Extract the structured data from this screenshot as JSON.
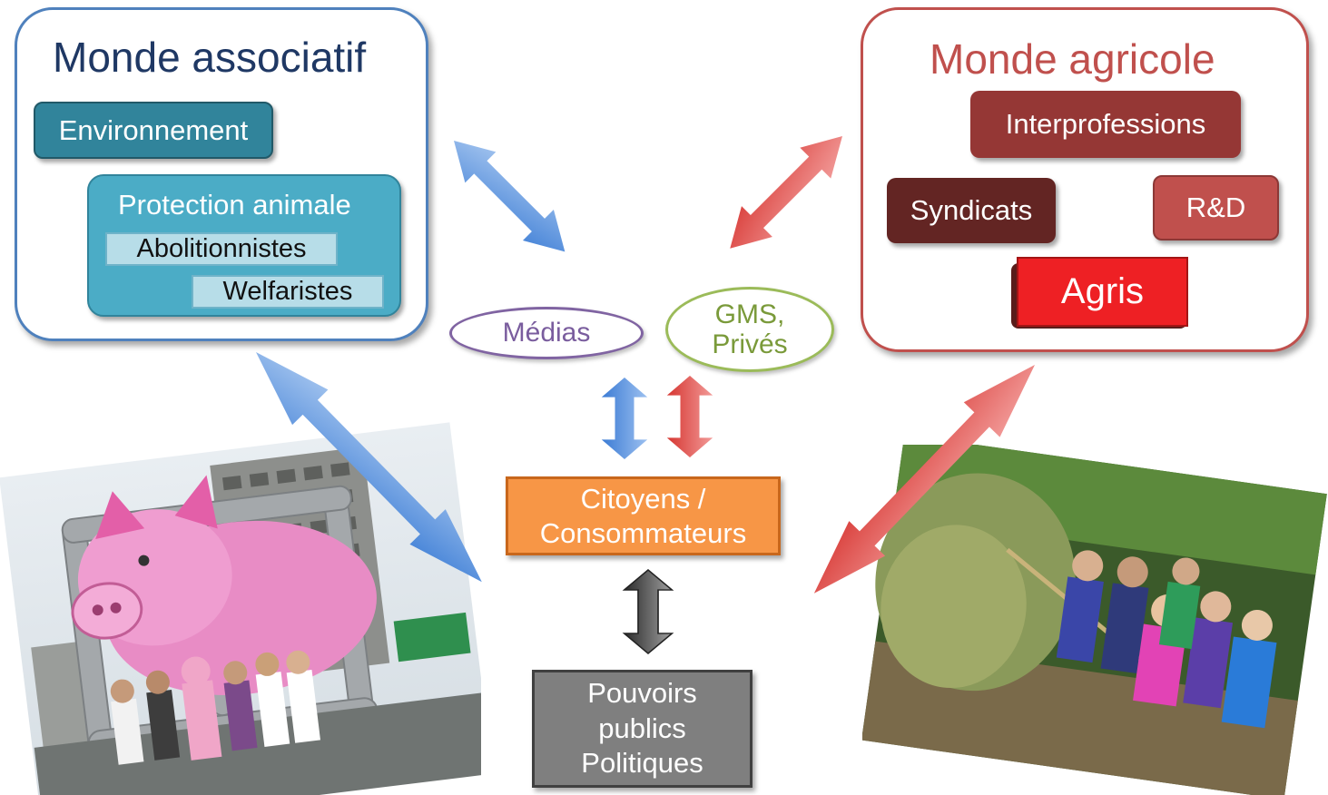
{
  "monde_associatif": {
    "title": "Monde associatif",
    "environnement": "Environnement",
    "protection_animale": "Protection animale",
    "abolitionnistes": "Abolitionnistes",
    "welfaristes": "Welfaristes"
  },
  "monde_agricole": {
    "title": "Monde agricole",
    "interprofessions": "Interprofessions",
    "syndicats": "Syndicats",
    "rd": "R&D",
    "agris": "Agris"
  },
  "medias": "Médias",
  "gms": {
    "line1": "GMS,",
    "line2": "Privés"
  },
  "citoyens": {
    "line1": "Citoyens /",
    "line2": "Consommateurs"
  },
  "pouvoirs": {
    "line1": "Pouvoirs",
    "line2": "publics",
    "line3": "Politiques"
  },
  "colors": {
    "associatif": "#4f81bd",
    "agricole": "#c0504d",
    "citoyens": "#f79646",
    "pouvoirs": "#7f7f7f",
    "agris": "#ee2024"
  }
}
